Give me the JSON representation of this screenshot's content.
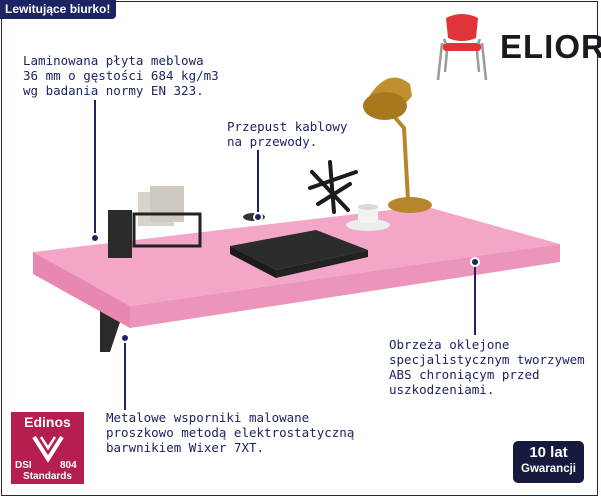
{
  "header": {
    "tag_label": "Lewitujące biurko!"
  },
  "brand": {
    "name": "ELIOR"
  },
  "callouts": {
    "laminate": "Laminowana płyta meblowa\n36 mm o gęstości 684 kg/m3\nwg badania normy EN 323.",
    "cable": "Przepust kablowy\nna przewody.",
    "edges": "Obrzeża oklejone\nspecjalistycznym tworzywem\nABS chroniącym przed\nuszkodzeniami.",
    "brackets": "Metalowe wsporniki malowane\nproszkowo metodą elektrostatyczną\nbarwnikiem Wixer 7XT."
  },
  "certificate": {
    "title": "Edinos",
    "left_code": "DSI",
    "right_code": "804",
    "subtitle": "Standards"
  },
  "warranty": {
    "line1": "10 lat",
    "line2": "Gwarancji"
  },
  "colors": {
    "accent": "#1d2464",
    "desk": "#f09dc0",
    "cert": "#b41f4f",
    "warranty_bg": "#161a3e"
  }
}
